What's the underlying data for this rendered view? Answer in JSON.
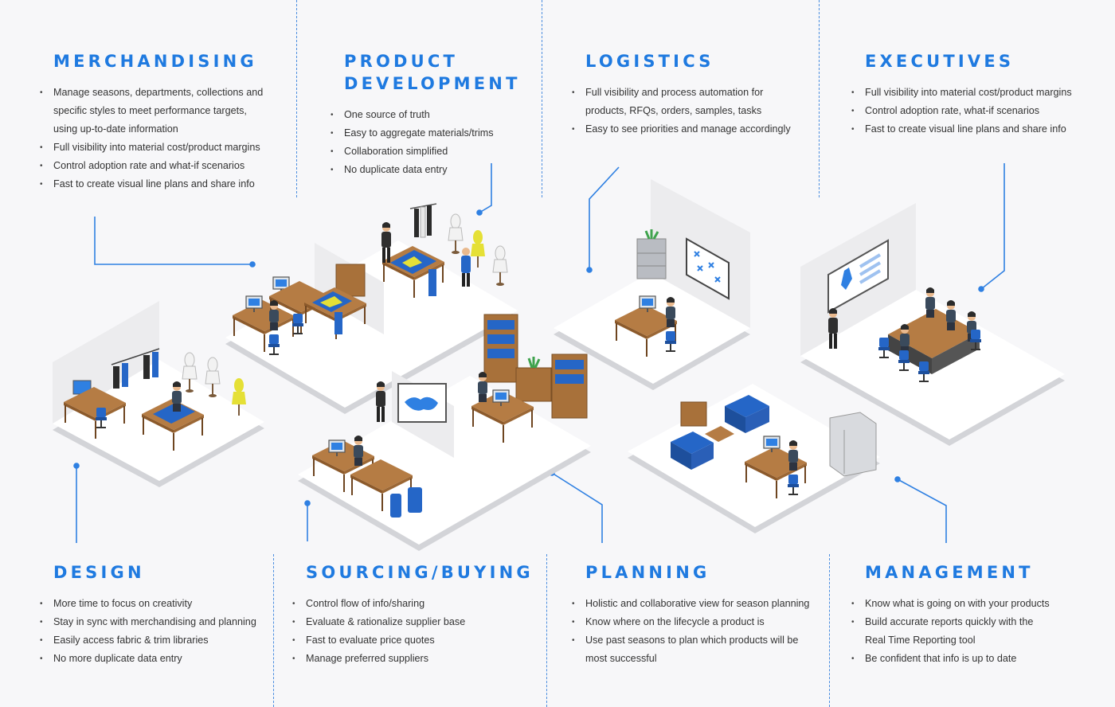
{
  "colors": {
    "accent": "#1f7ae0",
    "line": "#2f80e2",
    "floor": "#ffffff",
    "floor_edge": "#d3d4d8",
    "wood": "#a8713a",
    "blue_item": "#2566c7"
  },
  "sections": {
    "merchandising": {
      "title": "MERCHANDISING",
      "items": [
        "Manage seasons, departments, collections and",
        "specific styles to meet performance targets,",
        "using up-to-date information",
        "Full visibility into material cost/product margins",
        "Control adoption rate and what-if scenarios",
        "Fast to create visual line plans and share info"
      ],
      "bullets": [
        true,
        false,
        false,
        true,
        true,
        true
      ]
    },
    "product_development": {
      "title_line1": "PRODUCT",
      "title_line2": "DEVELOPMENT",
      "items": [
        "One source of truth",
        "Easy to aggregate materials/trims",
        "Collaboration simplified",
        "No duplicate data entry"
      ]
    },
    "logistics": {
      "title": "LOGISTICS",
      "items": [
        "Full visibility and process automation for",
        "products, RFQs, orders, samples, tasks",
        "Easy to see priorities and manage accordingly"
      ],
      "bullets": [
        true,
        false,
        true
      ]
    },
    "executives": {
      "title": "EXECUTIVES",
      "items": [
        "Full visibility into material cost/product margins",
        "Control adoption rate, what-if scenarios",
        "Fast to create visual line plans and share info"
      ]
    },
    "design": {
      "title": "DESIGN",
      "items": [
        "More time to focus on creativity",
        "Stay in sync with merchandising and planning",
        "Easily access fabric & trim libraries",
        "No more duplicate data entry"
      ]
    },
    "sourcing_buying": {
      "title": "SOURCING/BUYING",
      "items": [
        "Control flow of info/sharing",
        "Evaluate & rationalize supplier base",
        "Fast to evaluate price quotes",
        "Manage preferred suppliers"
      ]
    },
    "planning": {
      "title": "PLANNING",
      "items": [
        "Holistic and collaborative view for season planning",
        "Know where on the lifecycle a product is",
        "Use past seasons to plan which products will be",
        "most successful"
      ],
      "bullets": [
        true,
        true,
        true,
        false
      ]
    },
    "management": {
      "title": "MANAGEMENT",
      "items": [
        "Know what is going on with your products",
        "Build accurate reports quickly with the",
        "Real Time Reporting tool",
        "Be confident that info is up to date"
      ],
      "bullets": [
        true,
        true,
        false,
        true
      ]
    }
  }
}
